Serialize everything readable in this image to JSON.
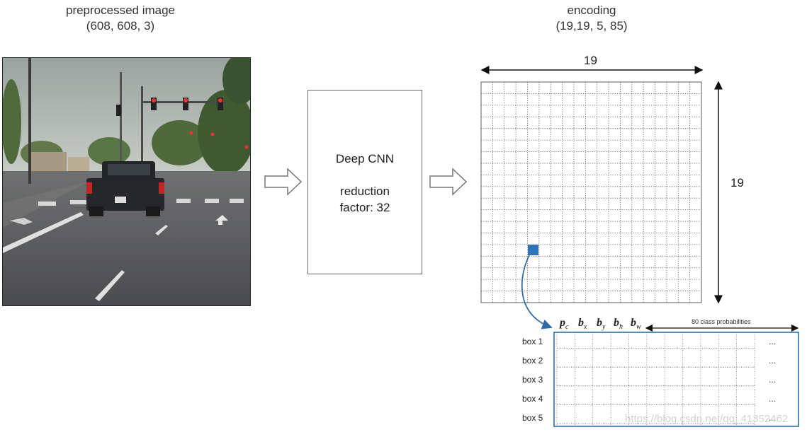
{
  "input": {
    "title_line1": "preprocessed image",
    "title_line2": "(608, 608, 3)"
  },
  "network": {
    "name": "Deep CNN",
    "reduction_line1": "reduction",
    "reduction_line2": "factor: 32"
  },
  "encoding": {
    "title_line1": "encoding",
    "title_line2": "(19,19, 5, 85)",
    "width_label": "19",
    "height_label": "19",
    "grid_cells": 19,
    "highlight_color": "#2e75b6",
    "box_border_color": "#2e6da4"
  },
  "anchor_table": {
    "attributes": [
      {
        "sym": "p",
        "sub": "c"
      },
      {
        "sym": "b",
        "sub": "x"
      },
      {
        "sym": "b",
        "sub": "y"
      },
      {
        "sym": "b",
        "sub": "h"
      },
      {
        "sym": "b",
        "sub": "w"
      }
    ],
    "class_probabilities_label": "80 class probabilities",
    "box_labels": [
      "box 1",
      "box 2",
      "box 3",
      "box 4",
      "box 5"
    ],
    "ellipsis": "..."
  },
  "watermark": "https://blog.csdn.net/qq_41352462"
}
